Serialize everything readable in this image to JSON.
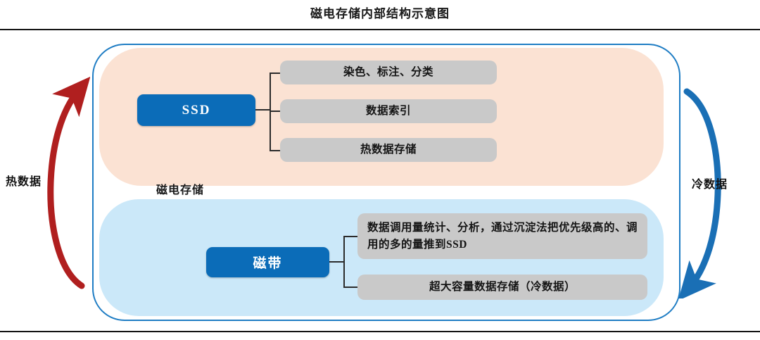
{
  "figure": {
    "title": "磁电存储内部结构示意图"
  },
  "diagram": {
    "container_label": "磁电存储",
    "colors": {
      "container_border": "#1f7dc4",
      "hot_panel": "#fbe2d3",
      "cold_panel": "#cbe8f9",
      "node_box": "#0b6cb8",
      "leaf_box": "#c9c9c9",
      "hot_arrow": "#b01f1f",
      "cold_arrow": "#1a6fb5",
      "rule": "#131313"
    },
    "side_arrows": [
      {
        "id": "hot",
        "label": "热数据",
        "direction": "up",
        "color": "#b01f1f"
      },
      {
        "id": "cold",
        "label": "冷数据",
        "direction": "down",
        "color": "#1a6fb5"
      }
    ],
    "branches": [
      {
        "id": "ssd",
        "node_label": "SSD",
        "panel": "hot",
        "leaves": [
          "染色、标注、分类",
          "数据索引",
          "热数据存储"
        ]
      },
      {
        "id": "tape",
        "node_label": "磁带",
        "panel": "cold",
        "leaves": [
          "数据调用量统计、分析，通过沉淀法把优先级高的、调用的多的量推到SSD",
          "超大容量数据存储（冷数据）"
        ]
      }
    ]
  }
}
